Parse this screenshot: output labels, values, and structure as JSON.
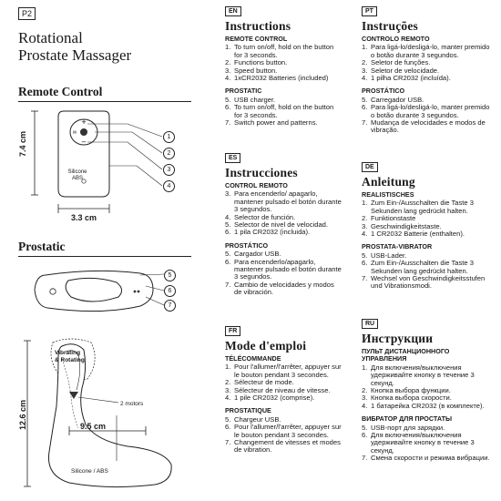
{
  "header": {
    "tag": "P2",
    "title_line1": "Rotational",
    "title_line2": "Prostate Massager"
  },
  "left": {
    "remote_heading": "Remote Control",
    "remote_height": "7.4 cm",
    "remote_width": "3.3 cm",
    "remote_material_1": "Silicone",
    "remote_material_2": "ABS",
    "remote_callouts": [
      "1",
      "2",
      "3",
      "4"
    ],
    "prostatic_heading": "Prostatic",
    "prostatic_callouts": [
      "5",
      "6",
      "7"
    ],
    "body_height": "12.6 cm",
    "body_width": "9.5 cm",
    "label_vibrating_1": "Vibrating",
    "label_vibrating_2": "& Rotating",
    "label_motors": "2 motors",
    "label_material": "Silicone / ABS"
  },
  "en": {
    "lang": "EN",
    "title": "Instructions",
    "sub1": "REMOTE CONTROL",
    "items1": [
      {
        "n": "1.",
        "t": "To turn on/off, hold on the button for 3 seconds."
      },
      {
        "n": "2.",
        "t": "Functions button."
      },
      {
        "n": "3.",
        "t": "Speed button."
      },
      {
        "n": "4.",
        "t": "1xCR2032 Batteries (included)"
      }
    ],
    "sub2": "PROSTATIC",
    "items2": [
      {
        "n": "5.",
        "t": "USB charger."
      },
      {
        "n": "6.",
        "t": "To turn on/off, hold on the button for 3 seconds."
      },
      {
        "n": "7.",
        "t": "Switch power and patterns."
      }
    ]
  },
  "es": {
    "lang": "ES",
    "title": "Instrucciones",
    "sub1": "CONTROL REMOTO",
    "items1": [
      {
        "n": "3.",
        "t": "Para encenderlo/ apagarlo, mantener pulsado el botón durante 3 segundos."
      },
      {
        "n": "4.",
        "t": "Selector de función."
      },
      {
        "n": "5.",
        "t": "Selector de nivel de velocidad."
      },
      {
        "n": "6.",
        "t": "1 pila CR2032 (incluida)."
      }
    ],
    "sub2": "PROSTÁTICO",
    "items2": [
      {
        "n": "5.",
        "t": "Cargador USB."
      },
      {
        "n": "6.",
        "t": "Para encenderlo/apagarlo, mantener pulsado el botón durante 3 segundos."
      },
      {
        "n": "7.",
        "t": "Cambio de velocidades y modos de vibración."
      }
    ]
  },
  "fr": {
    "lang": "FR",
    "title": "Mode d'emploi",
    "sub1": "TÉLÉCOMMANDE",
    "items1": [
      {
        "n": "1.",
        "t": "Pour l'allumer/l'arrêter, appuyer sur le bouton pendant 3 secondes."
      },
      {
        "n": "2.",
        "t": "Sélecteur de mode."
      },
      {
        "n": "3.",
        "t": "Sélecteur de niveau de vitesse."
      },
      {
        "n": "4.",
        "t": "1 pile CR2032 (comprise)."
      }
    ],
    "sub2": "PROSTATIQUE",
    "items2": [
      {
        "n": "5.",
        "t": "Chargeur USB."
      },
      {
        "n": "6.",
        "t": "Pour l'allumer/l'arrêter, appuyer sur le bouton pendant 3 secondes."
      },
      {
        "n": "7.",
        "t": "Changement de vitesses et modes de vibration."
      }
    ]
  },
  "pt": {
    "lang": "PT",
    "title": "Instruções",
    "sub1": "CONTROLO REMOTO",
    "items1": [
      {
        "n": "1.",
        "t": "Para ligá-lo/desligá-lo, manter premido o botão durante 3 segundos."
      },
      {
        "n": "2.",
        "t": "Seletor de funções."
      },
      {
        "n": "3.",
        "t": "Seletor de velocidade."
      },
      {
        "n": "4.",
        "t": "1 pilha CR2032 (incluída)."
      }
    ],
    "sub2": "PROSTÁTICO",
    "items2": [
      {
        "n": "5.",
        "t": "Carregador USB."
      },
      {
        "n": "6.",
        "t": "Para ligá-lo/desligá-lo, manter premido o botão durante 3 segundos."
      },
      {
        "n": "7.",
        "t": "Mudança de velocidades e modos de vibração."
      }
    ]
  },
  "de": {
    "lang": "DE",
    "title": "Anleitung",
    "sub1": "REALISTISCHES",
    "items1": [
      {
        "n": "1.",
        "t": "Zum Ein-/Ausschalten die Taste 3 Sekunden lang gedrückt halten."
      },
      {
        "n": "2.",
        "t": "Funktionstaste"
      },
      {
        "n": "3.",
        "t": "Geschwindigkeitstaste."
      },
      {
        "n": "4.",
        "t": "1 CR2032 Batterie (enthalten)."
      }
    ],
    "sub2": "PROSTATA-VIBRATOR",
    "items2": [
      {
        "n": "5.",
        "t": "USB-Lader."
      },
      {
        "n": "6.",
        "t": "Zum Ein-/Ausschalten die Taste 3 Sekunden lang gedrückt halten."
      },
      {
        "n": "7.",
        "t": "Wechsel von Geschwindigkeitsstufen und Vibrationsmodi."
      }
    ]
  },
  "ru": {
    "lang": "RU",
    "title": "Инструкции",
    "sub1": "ПУЛЬТ ДИСТАНЦИОННОГО УПРАВЛЕНИЯ",
    "items1": [
      {
        "n": "1.",
        "t": "Для включения/выключения удерживайте кнопку в течение 3 секунд."
      },
      {
        "n": "2.",
        "t": "Кнопка выбора функции."
      },
      {
        "n": "3.",
        "t": "Кнопка выбора скорости."
      },
      {
        "n": "4.",
        "t": "1 батарейка CR2032 (в комплекте)."
      }
    ],
    "sub2": "ВИБРАТОР ДЛЯ ПРОСТАТЫ",
    "items2": [
      {
        "n": "5.",
        "t": "USB-порт для зарядки."
      },
      {
        "n": "6.",
        "t": "Для включения/выключения удерживайте кнопку в течение 3 секунд."
      },
      {
        "n": "7.",
        "t": "Смена скорости и режима вибрации."
      }
    ]
  }
}
